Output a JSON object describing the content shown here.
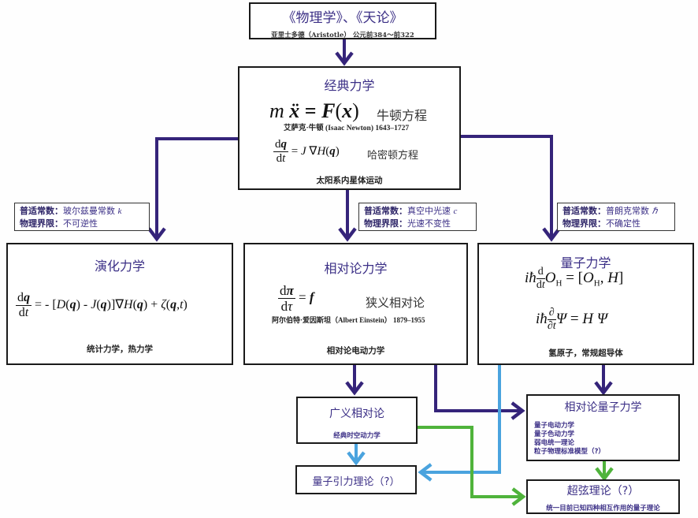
{
  "colors": {
    "primary_arrow": "#35247a",
    "blue_arrow": "#4aa3de",
    "green_arrow": "#4fb33b",
    "title_text": "#3b2f86"
  },
  "top": {
    "title": "《物理学》、《天论》",
    "subtitle": "亚里士多德（Aristotle） 公元前384～前322"
  },
  "classical": {
    "title": "经典力学",
    "newton_eq_label": "牛顿方程",
    "newton_author": "艾萨克·牛顿 (Isaac Newton) 1643–1727",
    "hamilton_eq_label": "哈密顿方程",
    "application": "太阳系内星体运动"
  },
  "constants": {
    "left": {
      "label1": "普适常数：",
      "value1": "玻尔兹曼常数",
      "symbol1": "k",
      "label2": "物理界限：",
      "value2": "不可逆性"
    },
    "middle": {
      "label1": "普适常数：",
      "value1": "真空中光速",
      "symbol1": "c",
      "label2": "物理界限：",
      "value2": "光速不变性"
    },
    "right": {
      "label1": "普适常数：",
      "value1": "普朗克常数",
      "symbol1": "ℏ",
      "label2": "物理界限：",
      "value2": "不确定性"
    }
  },
  "evolution": {
    "title": "演化力学",
    "application": "统计力学，热力学"
  },
  "relativity": {
    "title": "相对论力学",
    "eq_label": "狭义相对论",
    "author": "阿尔伯特·爱因斯坦（Albert Einstein） 1879–1955",
    "application": "相对论电动力学"
  },
  "quantum": {
    "title": "量子力学",
    "application": "氢原子，常规超导体"
  },
  "general_relativity": {
    "title": "广义相对论",
    "subtitle": "经典时空动力学"
  },
  "relativistic_qm": {
    "title": "相对论量子力学",
    "items": [
      "量子电动力学",
      "量子色动力学",
      "弱电统一理论",
      "粒子物理标准模型（?）"
    ]
  },
  "quantum_gravity": {
    "title": "量子引力理论（?）"
  },
  "string_theory": {
    "title": "超弦理论（?）",
    "subtitle": "统一目前已知四种相互作用的量子理论"
  }
}
